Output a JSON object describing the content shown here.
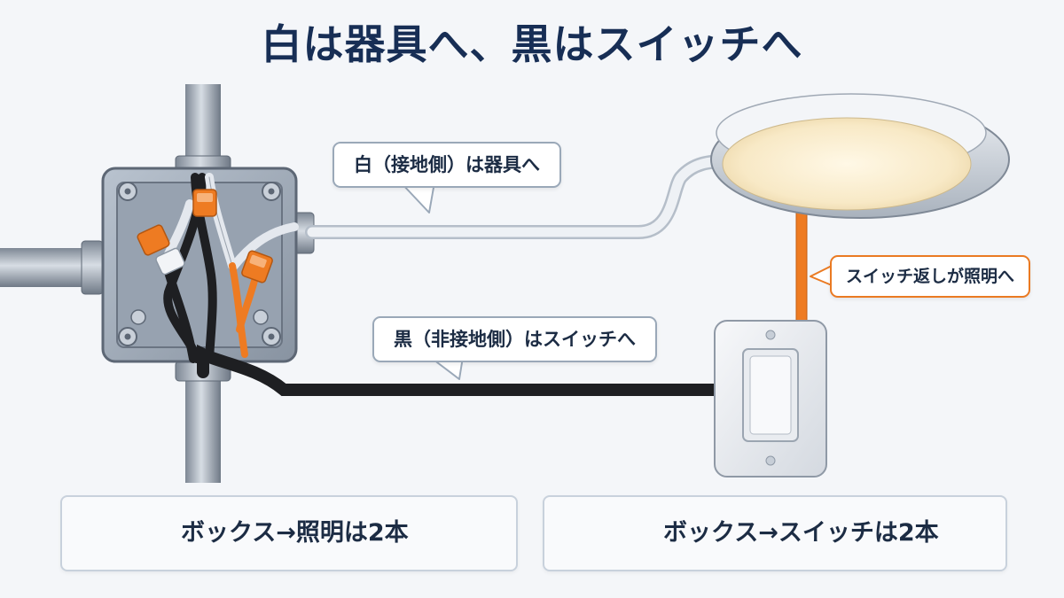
{
  "title": "白は器具へ、黒はスイッチへ",
  "callouts": {
    "white": "白（接地側）は器具へ",
    "black": "黒（非接地側）はスイッチへ",
    "return": "スイッチ返しが照明へ"
  },
  "legend": [
    {
      "text": "ボックス→照明は2本",
      "cable": "white"
    },
    {
      "text": "ボックス→スイッチは2本",
      "cable": "black"
    }
  ],
  "colors": {
    "title": "#172e55",
    "white_wire": "#e4e8ee",
    "black_wire": "#1e1f22",
    "return_wire": "#ee7b22",
    "callout_border": "#9aa8b8",
    "callout_highlight_border": "#ea7a22"
  },
  "icons": [
    "junction-box-icon",
    "ceiling-light-icon",
    "wall-switch-icon",
    "wire-connector-icon",
    "cable-icon"
  ]
}
